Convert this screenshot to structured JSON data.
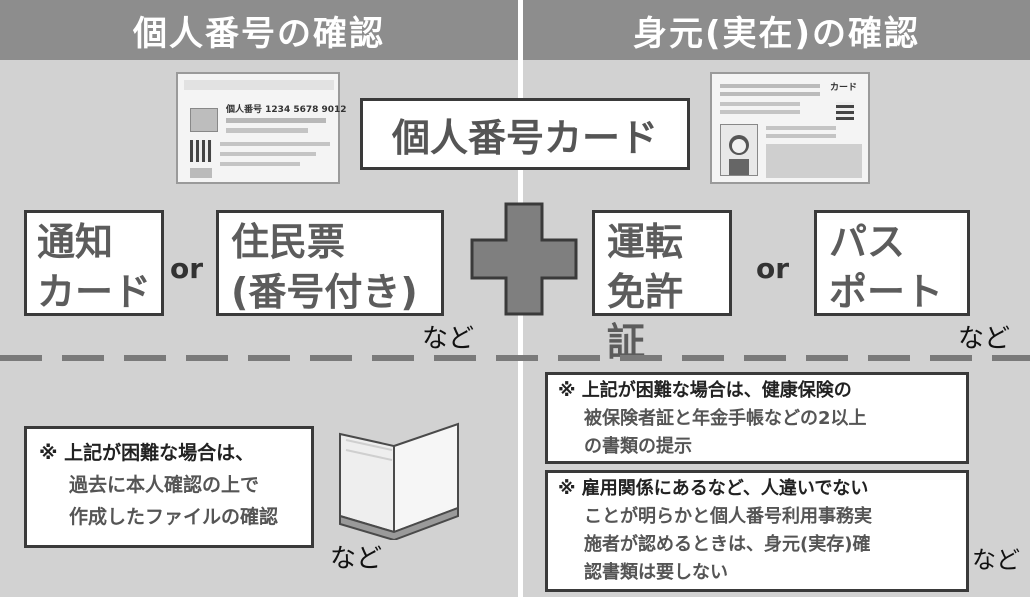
{
  "header": {
    "left_title": "個人番号の確認",
    "right_title": "身元(実在)の確認"
  },
  "center_card": {
    "label": "個人番号カード"
  },
  "left_row": {
    "box1": [
      "通知",
      "カード"
    ],
    "or_label": "or",
    "box2": [
      "住民票",
      "(番号付き)"
    ],
    "etc_label": "など"
  },
  "right_row": {
    "box1": [
      "運転",
      "免許証"
    ],
    "or_label": "or",
    "box2": [
      "パス",
      "ポート"
    ],
    "etc_label": "など"
  },
  "card_front": {
    "number_label": "個人番号",
    "number_value": "1234 5678 9012"
  },
  "card_back": {
    "type_label": "カード"
  },
  "lower_left": {
    "note_mark": "※",
    "note_lines": [
      "上記が困難な場合は、",
      "過去に本人確認の上で",
      "作成したファイルの確認"
    ],
    "etc_label": "など"
  },
  "lower_right": {
    "note1_mark": "※",
    "note1_lines": [
      "上記が困難な場合は、健康保険の",
      "被保険者証と年金手帳などの2以上",
      "の書類の提示"
    ],
    "note2_mark": "※",
    "note2_lines": [
      "雇用関係にあるなど、人違いでない",
      "ことが明らかと個人番号利用事務実",
      "施者が認めるときは、身元(実存)確",
      "認書類は要しない"
    ],
    "etc_label": "など"
  },
  "colors": {
    "header_bg": "#8d8d8d",
    "panel_bg": "#d2d2d2",
    "plus_fill": "#7f7f7f",
    "box_border": "#3a3a3a"
  }
}
